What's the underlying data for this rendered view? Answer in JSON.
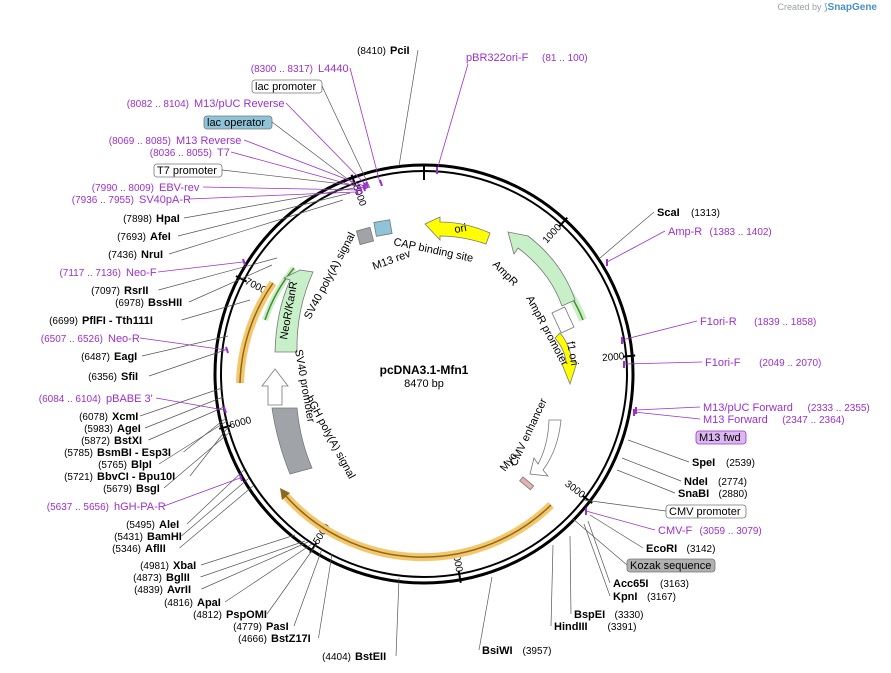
{
  "credit": {
    "prefix": "Created by",
    "brand": "SnapGene"
  },
  "plasmid": {
    "name": "pcDNA3.1-Mfn1",
    "length_label": "8470 bp",
    "length": 8470
  },
  "ticks": [
    "1000",
    "2000",
    "3000",
    "4000",
    "5000",
    "6000",
    "7000",
    "8000"
  ],
  "colors": {
    "primer": "#9b30d0",
    "orf_fill": "#f6c76a",
    "amp_fill": "#c8f0c8",
    "ori_fill": "#ffff00",
    "lac_operator_fill": "#8fc4d8",
    "m13fwd_fill": "#dcb8f0",
    "kozak_fill": "#b0b0b0"
  },
  "enzymes": [
    {
      "name": "PciI",
      "pos": "(8410)"
    },
    {
      "name": "HpaI",
      "pos": "(7898)"
    },
    {
      "name": "AfeI",
      "pos": "(7693)"
    },
    {
      "name": "NruI",
      "pos": "(7436)"
    },
    {
      "name": "RsrII",
      "pos": "(7097)"
    },
    {
      "name": "BssHII",
      "pos": "(6978)"
    },
    {
      "name": "PflFI - Tth111I",
      "pos": "(6699)"
    },
    {
      "name": "EagI",
      "pos": "(6487)"
    },
    {
      "name": "SfiI",
      "pos": "(6356)"
    },
    {
      "name": "XcmI",
      "pos": "(6078)"
    },
    {
      "name": "AgeI",
      "pos": "(5983)"
    },
    {
      "name": "BstXI",
      "pos": "(5872)"
    },
    {
      "name": "BsmBI - Esp3I",
      "pos": "(5785)"
    },
    {
      "name": "BlpI",
      "pos": "(5765)"
    },
    {
      "name": "BbvCI - Bpu10I",
      "pos": "(5721)"
    },
    {
      "name": "BsgI",
      "pos": "(5679)"
    },
    {
      "name": "AleI",
      "pos": "(5495)"
    },
    {
      "name": "BamHI",
      "pos": "(5431)"
    },
    {
      "name": "AflII",
      "pos": "(5346)"
    },
    {
      "name": "XbaI",
      "pos": "(4981)"
    },
    {
      "name": "BglII",
      "pos": "(4873)"
    },
    {
      "name": "AvrII",
      "pos": "(4839)"
    },
    {
      "name": "ApaI",
      "pos": "(4816)"
    },
    {
      "name": "PspOMI",
      "pos": "(4812)"
    },
    {
      "name": "PasI",
      "pos": "(4779)"
    },
    {
      "name": "BstZ17I",
      "pos": "(4666)"
    },
    {
      "name": "BstEII",
      "pos": "(4404)"
    },
    {
      "name": "BsiWI",
      "pos": "(3957)"
    },
    {
      "name": "HindIII",
      "pos": "(3391)"
    },
    {
      "name": "BspEI",
      "pos": "(3330)"
    },
    {
      "name": "KpnI",
      "pos": "(3167)"
    },
    {
      "name": "Acc65I",
      "pos": "(3163)"
    },
    {
      "name": "EcoRI",
      "pos": "(3142)"
    },
    {
      "name": "SnaBI",
      "pos": "(2880)"
    },
    {
      "name": "NdeI",
      "pos": "(2774)"
    },
    {
      "name": "SpeI",
      "pos": "(2539)"
    },
    {
      "name": "ScaI",
      "pos": "(1313)"
    }
  ],
  "primers": [
    {
      "name": "L4440",
      "range": "(8300 .. 8317)"
    },
    {
      "name": "M13/pUC Reverse",
      "range": "(8082 .. 8104)"
    },
    {
      "name": "M13 Reverse",
      "range": "(8069 .. 8085)"
    },
    {
      "name": "T7",
      "range": "(8036 .. 8055)"
    },
    {
      "name": "EBV-rev",
      "range": "(7990 .. 8009)"
    },
    {
      "name": "SV40pA-R",
      "range": "(7936 .. 7955)"
    },
    {
      "name": "Neo-F",
      "range": "(7117 .. 7136)"
    },
    {
      "name": "Neo-R",
      "range": "(6507 .. 6526)"
    },
    {
      "name": "pBABE 3'",
      "range": "(6084 .. 6104)"
    },
    {
      "name": "hGH-PA-R",
      "range": "(5637 .. 5656)"
    },
    {
      "name": "pBR322ori-F",
      "range": "(81 .. 100)"
    },
    {
      "name": "Amp-R",
      "range": "(1383 .. 1402)"
    },
    {
      "name": "F1ori-R",
      "range": "(1839 .. 1858)"
    },
    {
      "name": "F1ori-F",
      "range": "(2049 .. 2070)"
    },
    {
      "name": "M13/pUC Forward",
      "range": "(2333 .. 2355)"
    },
    {
      "name": "M13 Forward",
      "range": "(2347 .. 2364)"
    },
    {
      "name": "CMV-F",
      "range": "(3059 .. 3079)"
    }
  ],
  "boxed_features": {
    "lac_promoter": "lac promoter",
    "lac_operator": "lac operator",
    "t7_promoter": "T7 promoter",
    "m13_fwd": "M13 fwd",
    "cmv_promoter": "CMV promoter",
    "kozak": "Kozak sequence"
  },
  "inner_features": {
    "ori": "ori",
    "f1_ori": "f1 ori",
    "ampr": "AmpR",
    "ampr_promoter": "AmpR promoter",
    "cmv_enhancer": "CMV enhancer",
    "myc": "Myc",
    "hgh_polya": "hGH poly(A) signal",
    "sv40_promoter": "SV40 promoter",
    "neor_kanr": "NeoR/KanR",
    "sv40_polya": "SV40 poly(A) signal",
    "m13_rev": "M13 rev",
    "cap_site": "CAP binding site"
  }
}
